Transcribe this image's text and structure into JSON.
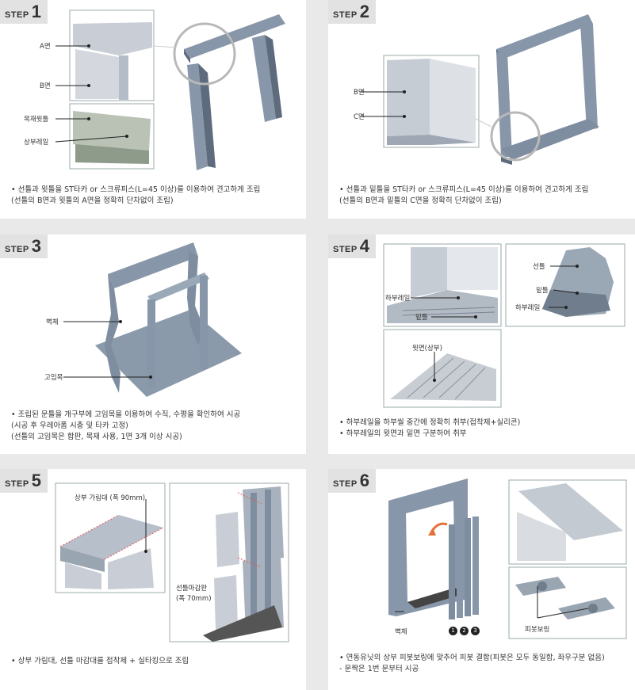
{
  "steps": [
    {
      "badge": {
        "word": "STEP",
        "num": "1"
      },
      "labels": {
        "a": "A면",
        "b": "B면",
        "top_frame": "목재윗틀",
        "upper_rail": "상부레일"
      },
      "caption": [
        "• 선틀과 윗틀을 ST타카 or 스크류피스(L=45 이상)를 이용하여 견고하게 조립",
        "  (선틀의 B면과 윗틀의 A면을 정확히 단차없이 조립)"
      ]
    },
    {
      "badge": {
        "word": "STEP",
        "num": "2"
      },
      "labels": {
        "b": "B면",
        "c": "C면"
      },
      "caption": [
        "• 선틀과 밑틀을 ST타카 or 스크류피스(L=45 이상)를 이용하여 견고하게 조립",
        "  (선틀의 B면과 밑틀의 C면을 정확히 단차없이 조립)"
      ]
    },
    {
      "badge": {
        "word": "STEP",
        "num": "3"
      },
      "labels": {
        "wall": "벽체",
        "shim": "고임목"
      },
      "caption": [
        "• 조립된 문틀을 개구부에 고임목을 이용하여 수직, 수평을 확인하여 시공",
        "  (시공 후 우레아폼 시충 및 타카 고정)",
        "  (선틀의 고임목은 합판, 목재 사용, 1면 3개 이상 시공)"
      ]
    },
    {
      "badge": {
        "word": "STEP",
        "num": "4"
      },
      "labels": {
        "lower_rail_l": "하부레일",
        "sill_l": "밑틀",
        "frame_r": "선틀",
        "sill_r": "밑틀",
        "lower_rail_r": "하부레일",
        "top_face": "윗면(상부)"
      },
      "caption": [
        "• 하부레일을 하부씰 중간에 정확히 취부(접착제+실리콘)",
        "• 하부레일의 윗면과 밑면 구분하여 취부"
      ]
    },
    {
      "badge": {
        "word": "STEP",
        "num": "5"
      },
      "labels": {
        "upper_cover": "상부 가림대 (폭 90mm)",
        "frame_finish": "선틀마감판",
        "frame_finish_w": "(폭 70mm)"
      },
      "caption": [
        "• 상부 가림대, 선틀 마감대를 접착제 + 실타킹으로 조립"
      ]
    },
    {
      "badge": {
        "word": "STEP",
        "num": "6"
      },
      "labels": {
        "wall": "벽체",
        "pivot": "피봇보링",
        "n1": "1",
        "n2": "2",
        "n3": "3"
      },
      "caption": [
        "• 연동유닛의 상부 피봇보링에 맞추어 피봇 결합(피봇은 모두 동일함, 좌우구분 없음)",
        "  - 문짝은 1번 문부터 시공"
      ]
    }
  ],
  "colors": {
    "frame": "#8796a8",
    "frame_dark": "#5d6b7d",
    "panel_bg": "#ffffff",
    "badge_bg": "#e2e2e2",
    "circle": "#b8b8b8"
  }
}
